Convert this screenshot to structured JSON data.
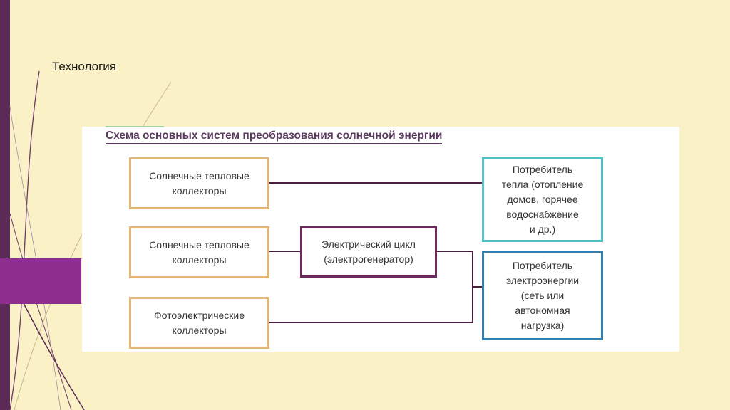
{
  "slide": {
    "title": "Технология"
  },
  "diagram": {
    "heading": "Схема основных систем преобразования солнечной энергии",
    "sources": [
      "Солнечные тепловые\nколлекторы",
      "Солнечные тепловые\nколлекторы",
      "Фотоэлектрические\nколлекторы"
    ],
    "converter": "Электрический цикл\n(электрогенератор)",
    "consumers": [
      "Потребитель\nтепла (отопление\nдомов, горячее\nводоснабжение\nи др.)",
      "Потребитель\nэлектроэнергии\n(сеть или\nавтономная\nнагрузка)"
    ],
    "colors": {
      "source_border": "#e3b678",
      "converter_border": "#6e2a5e",
      "heat_consumer_border": "#4fc1c8",
      "electric_consumer_border": "#2f7fb0",
      "connector": "#4a1f40",
      "slide_background": "#fbf1c7",
      "accent": "#8e2e8e"
    }
  }
}
